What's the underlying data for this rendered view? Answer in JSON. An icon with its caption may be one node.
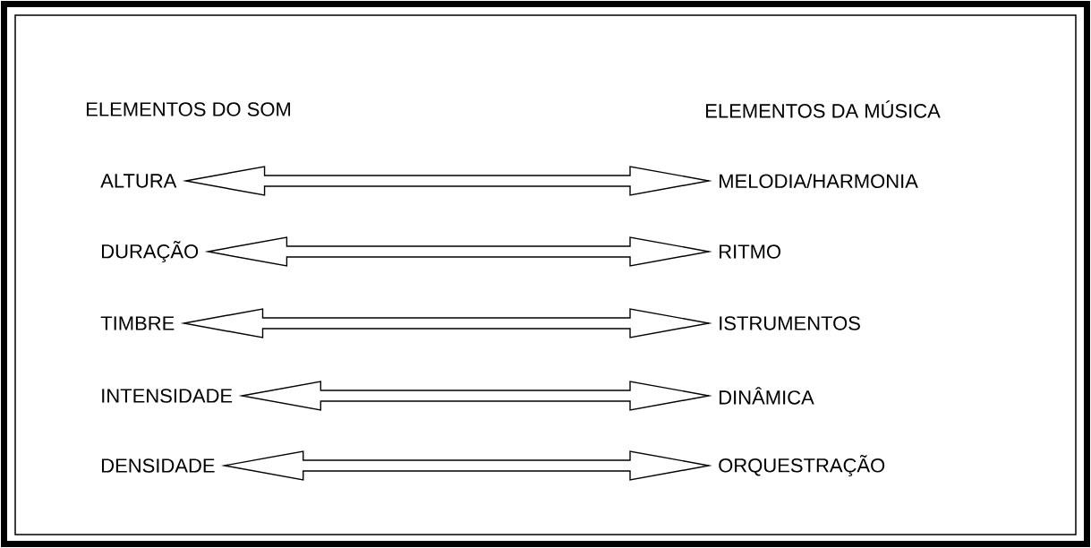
{
  "diagram": {
    "nodes": [
      {
        "text": [
          "ALTURA"
        ]
      },
      {
        "text": [
          "MELODIA/HARMONIA"
        ]
      },
      {
        "text": [
          "DURAÇÃO"
        ]
      },
      {
        "text": [
          "RITMO"
        ]
      },
      {
        "text": [
          "TIMBRE"
        ]
      },
      {
        "text": [
          "ISTRUMENTOS"
        ]
      },
      {
        "text": [
          "INTENSIDADE"
        ]
      },
      {
        "text": [
          "DINÂMICA"
        ]
      },
      {
        "text": [
          "DENSIDADE"
        ]
      },
      {
        "text": [
          "ORQUESTRAÇÃO"
        ]
      }
    ],
    "edges": [
      {
        "from": 0,
        "to": 1,
        "arrow": "both"
      },
      {
        "from": 2,
        "to": 3,
        "arrow": "both"
      },
      {
        "from": 4,
        "to": 5,
        "arrow": "both"
      },
      {
        "from": 6,
        "to": 7,
        "arrow": "both"
      },
      {
        "from": 8,
        "to": 9,
        "arrow": "both"
      }
    ],
    "labels": [
      "ELEMENTOS DO SOM",
      "ELEMENTOS DA MÚSICA"
    ]
  }
}
